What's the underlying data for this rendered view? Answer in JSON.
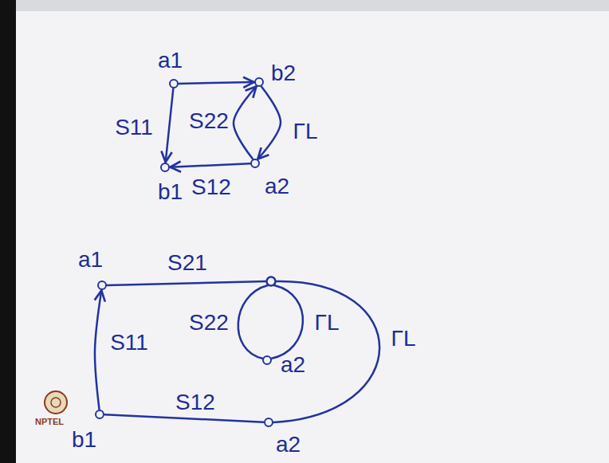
{
  "diagram": {
    "nodes": [
      {
        "text": [
          "a1"
        ]
      },
      {
        "text": [
          "b2"
        ]
      },
      {
        "text": [
          "b1"
        ]
      },
      {
        "text": [
          "a2"
        ]
      },
      {
        "text": [
          "a1"
        ]
      },
      {
        "text": [
          "a2"
        ]
      },
      {
        "text": [
          "b1"
        ]
      },
      {
        "text": [
          "a2"
        ]
      }
    ],
    "edges": [
      {
        "from": 0,
        "to": 1,
        "arrow": "to"
      },
      {
        "from": 0,
        "to": 2,
        "label": "S11",
        "arrow": "to"
      },
      {
        "from": 3,
        "to": 1,
        "label": "S22",
        "arrow": "to"
      },
      {
        "from": 1,
        "to": 3,
        "label": "ΓL",
        "arrow": "to"
      },
      {
        "from": 3,
        "to": 2,
        "label": "S12",
        "arrow": "to"
      },
      {
        "from": 6,
        "to": 4,
        "label": "S11",
        "arrow": "to"
      },
      {
        "from": 7,
        "to": 6,
        "label": "S12",
        "arrow": "none"
      }
    ],
    "labels": [
      "S21",
      "S22",
      "ΓL",
      "ΓL",
      "NPTEL"
    ]
  }
}
